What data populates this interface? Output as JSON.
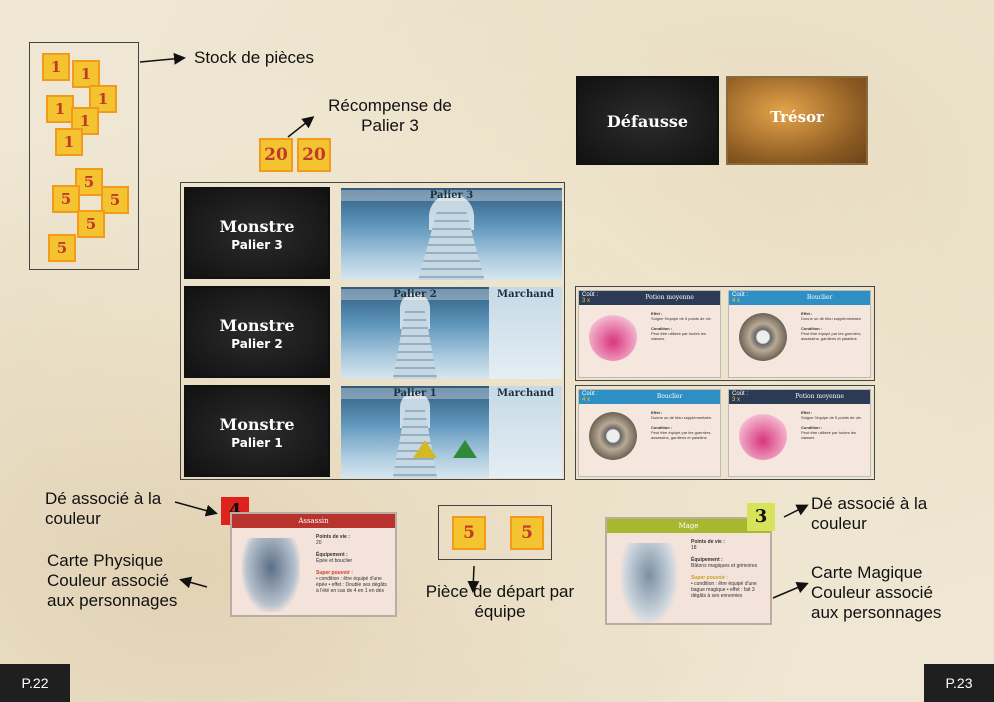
{
  "labels": {
    "stock": "Stock de pièces",
    "reward_line1": "Récompense de",
    "reward_line2": "Palier 3",
    "die_left_1": "Dé associé à la",
    "die_left_2": "couleur",
    "phys_1": "Carte Physique",
    "phys_2": "Couleur associé",
    "phys_3": "aux personnages",
    "start_1": "Pièce de départ par",
    "start_2": "équipe",
    "die_right_1": "Dé associé à la",
    "die_right_2": "couleur",
    "mag_1": "Carte Magique",
    "mag_2": "Couleur associé",
    "mag_3": "aux personnages"
  },
  "coins": {
    "one": "1",
    "five": "5",
    "twenty": "20"
  },
  "piles": {
    "discard": "Défausse",
    "treasure": "Trésor"
  },
  "monsters": [
    {
      "title": "Monstre",
      "tier": "Palier 3"
    },
    {
      "title": "Monstre",
      "tier": "Palier 2"
    },
    {
      "title": "Monstre",
      "tier": "Palier 1"
    }
  ],
  "stairs": [
    "Palier 3",
    "Palier 2",
    "Palier 1"
  ],
  "merchant": "Marchand",
  "shop_items": [
    {
      "cost_label": "Coût :",
      "cost": "3 x",
      "name": "Potion moyenne",
      "effect_h": "Effet :",
      "effect": "Soigne l'équipe de 5 points de vie.",
      "cond_h": "Condition :",
      "cond": "Peut être utilisée par toutes les classes",
      "color": "#2b3a55"
    },
    {
      "cost_label": "Coût :",
      "cost": "4 x",
      "name": "Bouclier",
      "effect_h": "Effet :",
      "effect": "Donne un dé bleu supplémentaire.",
      "cond_h": "Condition :",
      "cond": "Peut être équipé par les guerriers, assassins, gardiens et paladins",
      "color": "#2e8fc4"
    },
    {
      "cost_label": "Coût :",
      "cost": "4 x",
      "name": "Bouclier",
      "effect_h": "Effet :",
      "effect": "Donne un dé bleu supplémentaire.",
      "cond_h": "Condition :",
      "cond": "Peut être équipé par les guerriers, assassins, gardiens et paladins",
      "color": "#2e8fc4"
    },
    {
      "cost_label": "Coût :",
      "cost": "3 x",
      "name": "Potion moyenne",
      "effect_h": "Effet :",
      "effect": "Soigne l'équipe de 5 points de vie.",
      "cond_h": "Condition :",
      "cond": "Peut être utilisée par toutes les classes",
      "color": "#2b3a55"
    }
  ],
  "physical_card": {
    "name": "Assassin",
    "hp_h": "Points de vie :",
    "hp": "20",
    "eq_h": "Équipement :",
    "eq": "Épée et bouclier",
    "sp_h": "Super pouvoir :",
    "sp": "• condition : être équipé d'une épée • effet : Double ses dégâts à l'été en cas de 4 en 1 en dés",
    "color": "#b8322e"
  },
  "magic_card": {
    "name": "Mage",
    "hp_h": "Points de vie :",
    "hp": "18",
    "eq_h": "Équipement :",
    "eq": "Bâtons magiques et grimoires",
    "sp_h": "Super pouvoir :",
    "sp": "• condition : être équipé d'une bague magique • effet : fait 3 dégâts à ses ennemies",
    "color": "#a8b82e"
  },
  "dice": {
    "red": "4",
    "yellow": "3",
    "red_color": "#e0221f",
    "yellow_color": "#d7e35a"
  },
  "pages": {
    "left": "P.22",
    "right": "P.23"
  }
}
